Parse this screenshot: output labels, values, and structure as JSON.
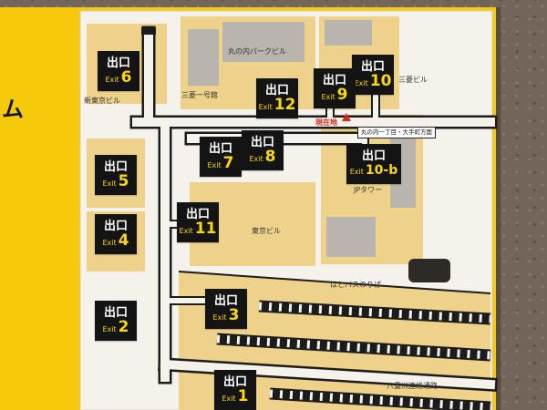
{
  "sign": {
    "left_margin_char": "ム"
  },
  "map": {
    "exits": [
      {
        "jp": "出口",
        "en": "Exit",
        "num": "6"
      },
      {
        "jp": "出口",
        "en": "Exit",
        "num": "10"
      },
      {
        "jp": "出口",
        "en": "Exit",
        "num": "9"
      },
      {
        "jp": "出口",
        "en": "Exit",
        "num": "12"
      },
      {
        "jp": "出口",
        "en": "Exit",
        "num": "8"
      },
      {
        "jp": "出口",
        "en": "Exit",
        "num": "7"
      },
      {
        "jp": "出口",
        "en": "Exit",
        "num": "10-b"
      },
      {
        "jp": "出口",
        "en": "Exit",
        "num": "5"
      },
      {
        "jp": "出口",
        "en": "Exit",
        "num": "11"
      },
      {
        "jp": "出口",
        "en": "Exit",
        "num": "4"
      },
      {
        "jp": "出口",
        "en": "Exit",
        "num": "3"
      },
      {
        "jp": "出口",
        "en": "Exit",
        "num": "2"
      },
      {
        "jp": "出口",
        "en": "Exit",
        "num": "1"
      }
    ],
    "labels": {
      "marunouchi_park_bldg": "丸の内パークビル",
      "mitsubishi_ichigokan": "三菱一号館",
      "mitsubishi_bldg": "三菱ビル",
      "shin_tokyo_bldg": "新東京ビル",
      "you_are_here": "現在地",
      "direction_box": "丸の内一丁目・大手町方面",
      "jp_tower": "JPタワー",
      "tokyo_bldg": "東京ビル",
      "hato_bus": "はとバスのりば",
      "yaesu_passage": "八重洲連絡通路"
    },
    "colors": {
      "sign_yellow": "#f6c90a",
      "panel_white": "#f4f2eb",
      "block_tan": "#eed289",
      "building_gray": "#b9b5ac",
      "line_black": "#1c1c1c",
      "accent_red": "#d5281e",
      "exit_black": "#141414",
      "exit_yellow": "#ffd60a"
    }
  }
}
